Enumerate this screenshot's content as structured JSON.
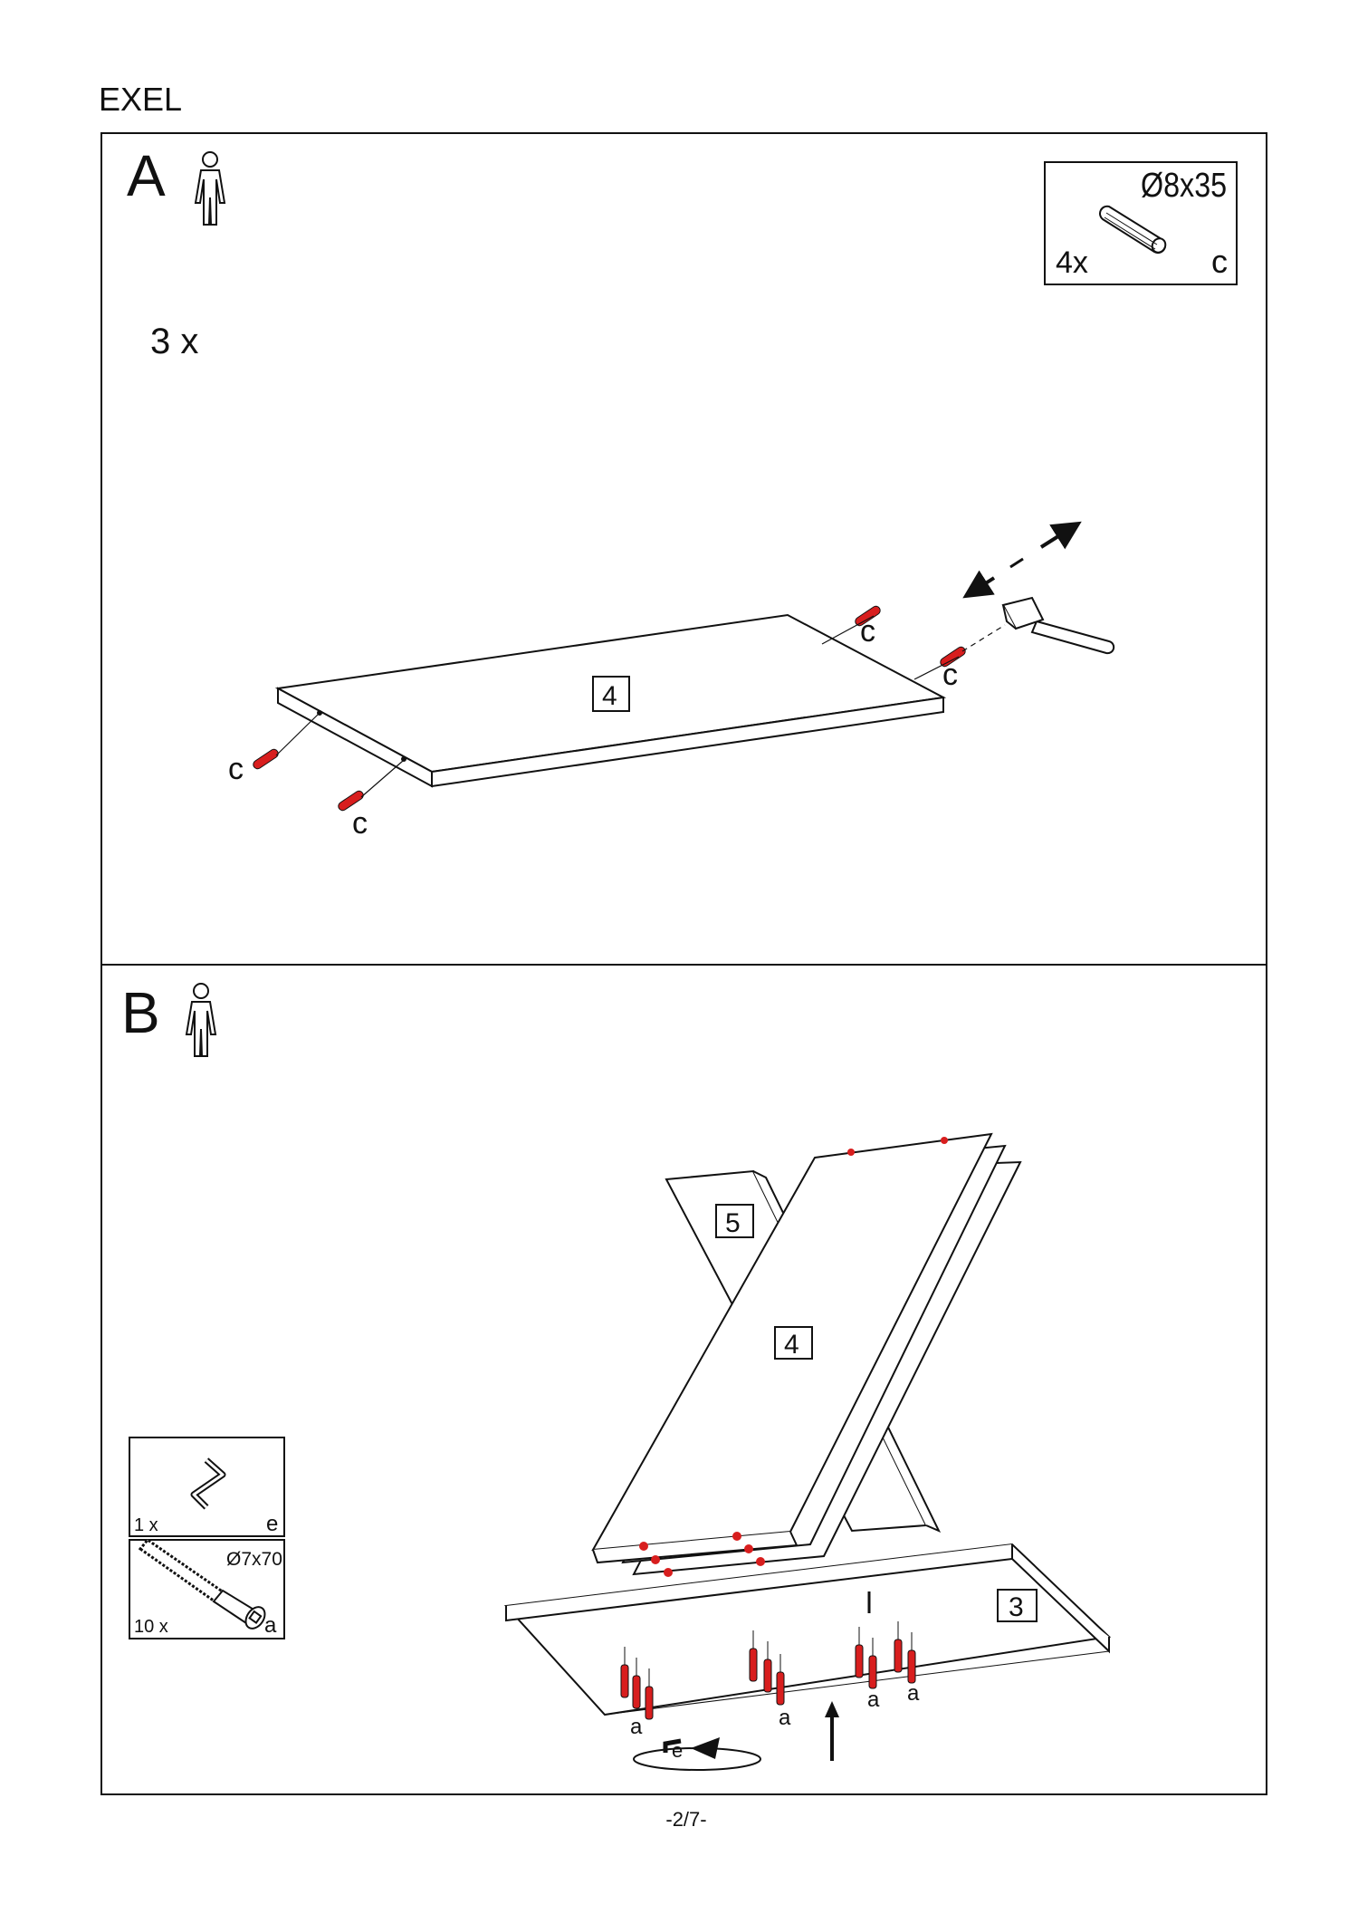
{
  "header": {
    "title": "EXEL"
  },
  "step_a": {
    "letter": "A",
    "quantity": "3 x",
    "part_label": "4",
    "hardware": {
      "size": "Ø8x35",
      "count": "4x",
      "code": "c"
    },
    "dowel_labels": [
      "c",
      "c",
      "c",
      "c"
    ]
  },
  "step_b": {
    "letter": "B",
    "part_labels": {
      "leg_front": "4",
      "leg_back": "5",
      "top": "3"
    },
    "hardware": [
      {
        "count": "1 x",
        "code": "e",
        "size": ""
      },
      {
        "count": "10 x",
        "code": "a",
        "size": "Ø7x70"
      }
    ],
    "screw_labels": [
      "a",
      "a",
      "a",
      "a"
    ],
    "tool_label": "e"
  },
  "footer": {
    "page": "-2/7-"
  },
  "colors": {
    "dowel": "#d81e1e",
    "line": "#111111"
  }
}
